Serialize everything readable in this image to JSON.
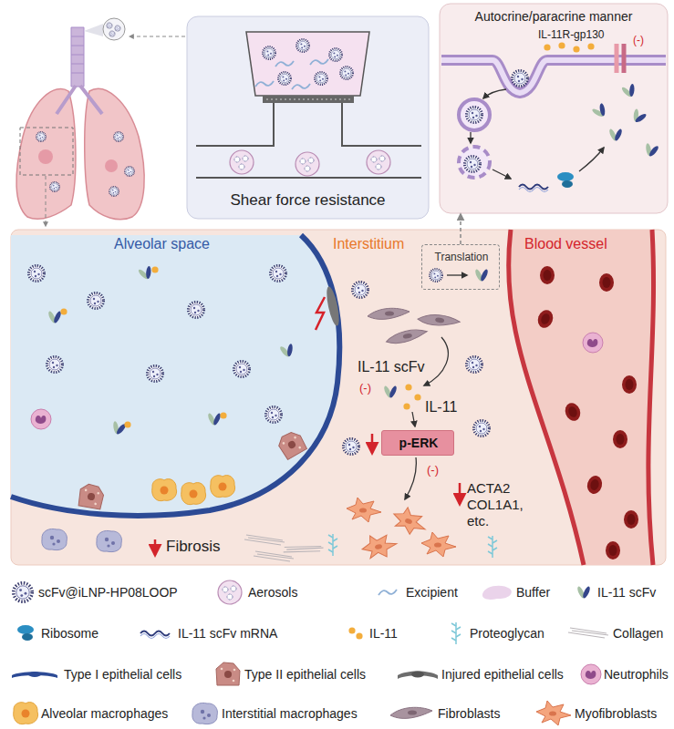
{
  "diagram": {
    "nodes": [
      {
        "text": [
          "Shear force resistance"
        ]
      },
      {
        "text": [
          "Autocrine/paracrine manner"
        ]
      },
      {
        "text": [
          "Interstitium"
        ]
      },
      {
        "text": [
          "Alveolar space"
        ],
        "in": 2
      },
      {
        "text": [
          "Blood vessel"
        ],
        "in": 2
      },
      {
        "text": [
          "Translation"
        ],
        "in": 2
      },
      {
        "text": [
          "p-ERK"
        ],
        "in": 2
      }
    ],
    "edges": [
      {
        "from": 5,
        "to": 1,
        "arrow": "to"
      }
    ],
    "labels": [
      "IL-11R-gp130",
      "(-)",
      "IL-11 scFv",
      "(-)",
      "IL-11",
      "(-)",
      "ACTA2 COL1A1, etc.",
      "Fibrosis"
    ],
    "legend": [
      {
        "text": "scFv@iLNP-HP08LOOP"
      },
      {
        "text": "Aerosols"
      },
      {
        "text": "Excipient"
      },
      {
        "text": "Buffer"
      },
      {
        "text": "IL-11 scFv"
      },
      {
        "text": "Ribosome"
      },
      {
        "text": "IL-11 scFv mRNA"
      },
      {
        "text": "IL-11"
      },
      {
        "text": "Proteoglycan"
      },
      {
        "text": "Collagen"
      },
      {
        "text": "Type I epithelial cells"
      },
      {
        "text": "Type II epithelial cells"
      },
      {
        "text": "Injured epithelial cells"
      },
      {
        "text": "Neutrophils"
      },
      {
        "text": "Alveolar macrophages"
      },
      {
        "text": "Interstitial macrophages"
      },
      {
        "text": "Fibroblasts"
      },
      {
        "text": "Myofibroblasts"
      }
    ]
  }
}
